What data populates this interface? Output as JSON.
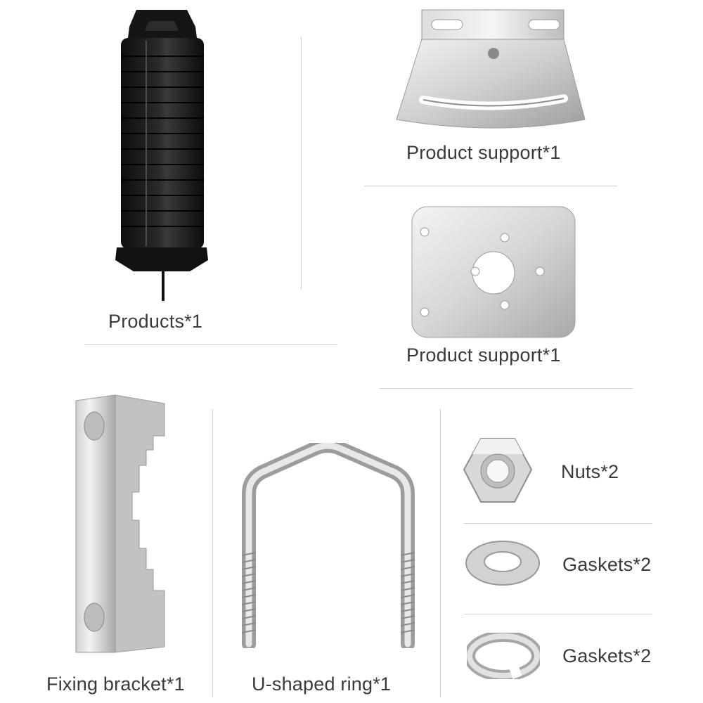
{
  "items": {
    "product": {
      "label": "Products*1",
      "icon": "antenna-product-icon"
    },
    "support_angle": {
      "label": "Product support*1",
      "icon": "angle-bracket-icon"
    },
    "support_plate": {
      "label": "Product support*1",
      "icon": "mounting-plate-icon"
    },
    "fixing_bracket": {
      "label": "Fixing bracket*1",
      "icon": "toothed-bracket-icon"
    },
    "u_ring": {
      "label": "U-shaped ring*1",
      "icon": "u-bolt-icon"
    },
    "nuts": {
      "label": "Nuts*2",
      "icon": "hex-nut-icon"
    },
    "gaskets_flat": {
      "label": "Gaskets*2",
      "icon": "flat-washer-icon"
    },
    "gaskets_split": {
      "label": "Gaskets*2",
      "icon": "split-washer-icon"
    }
  },
  "colors": {
    "product_body": "#1c1c1c",
    "metal_light": "#e6e6e6",
    "metal_dark": "#a8a8a8",
    "caption_text": "#3a3a3a",
    "divider": "#cfcfcf"
  }
}
